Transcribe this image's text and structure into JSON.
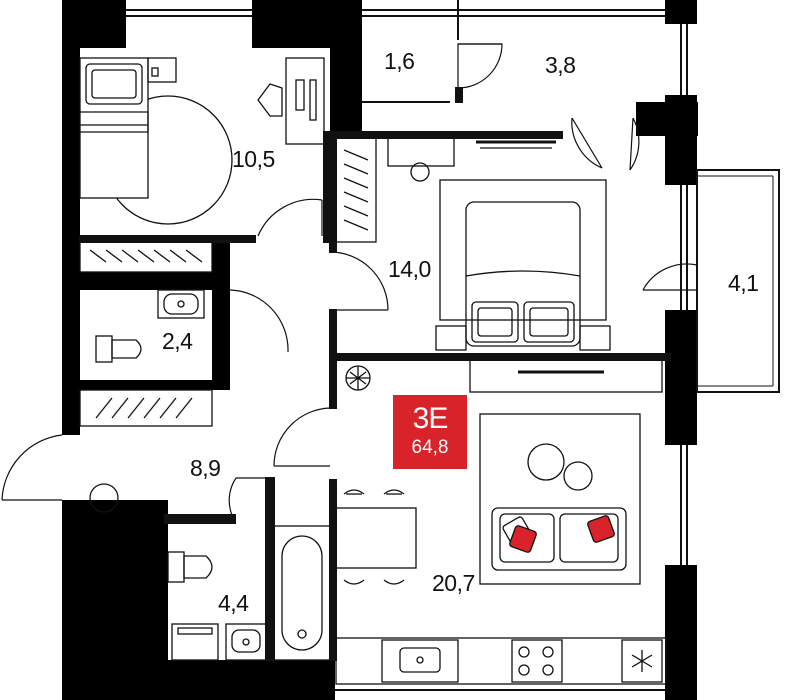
{
  "apartment": {
    "type_code": "3Е",
    "total_area": "64,8",
    "accent_color": "#d8232a"
  },
  "rooms": {
    "bedroom_small": "10,5",
    "storage_small": "1,6",
    "dressing": "3,8",
    "bedroom_master": "14,0",
    "balcony": "4,1",
    "bathroom_small": "2,4",
    "hall": "8,9",
    "bathroom": "4,4",
    "living_kitchen": "20,7"
  }
}
